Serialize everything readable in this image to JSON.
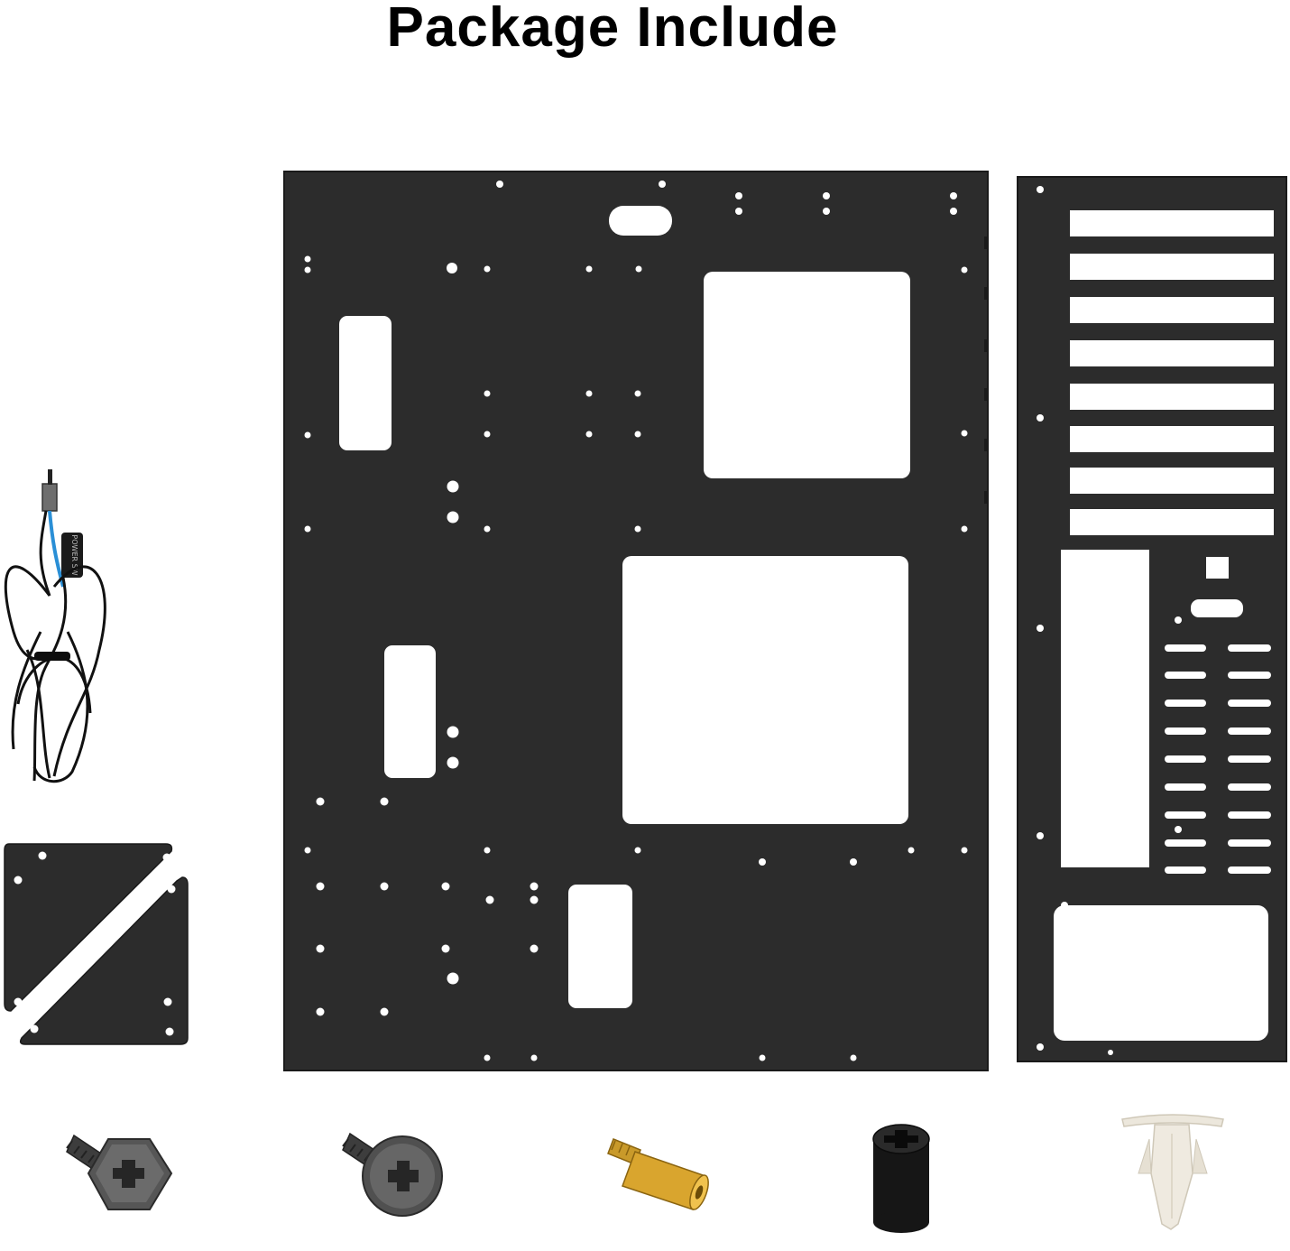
{
  "heading": {
    "text": "Package Include"
  },
  "power_switch": {
    "label": "POWER SW"
  },
  "colors": {
    "panel": "#2c2c2c",
    "panel_edge": "#1a1a1a",
    "background": "#ffffff",
    "cable": "#111111",
    "cable_blue": "#2a8fd6",
    "brass": "#d9a52e",
    "plastic": "#efeae0",
    "screw": "#555555"
  },
  "items": [
    {
      "name": "motherboard-tray-panel"
    },
    {
      "name": "pci-io-bracket-panel"
    },
    {
      "name": "power-switch-cable"
    },
    {
      "name": "corner-bracket-plates"
    },
    {
      "name": "hex-head-screw"
    },
    {
      "name": "washer-head-screw"
    },
    {
      "name": "brass-standoff"
    },
    {
      "name": "black-spacer"
    },
    {
      "name": "plastic-push-rivet"
    }
  ]
}
